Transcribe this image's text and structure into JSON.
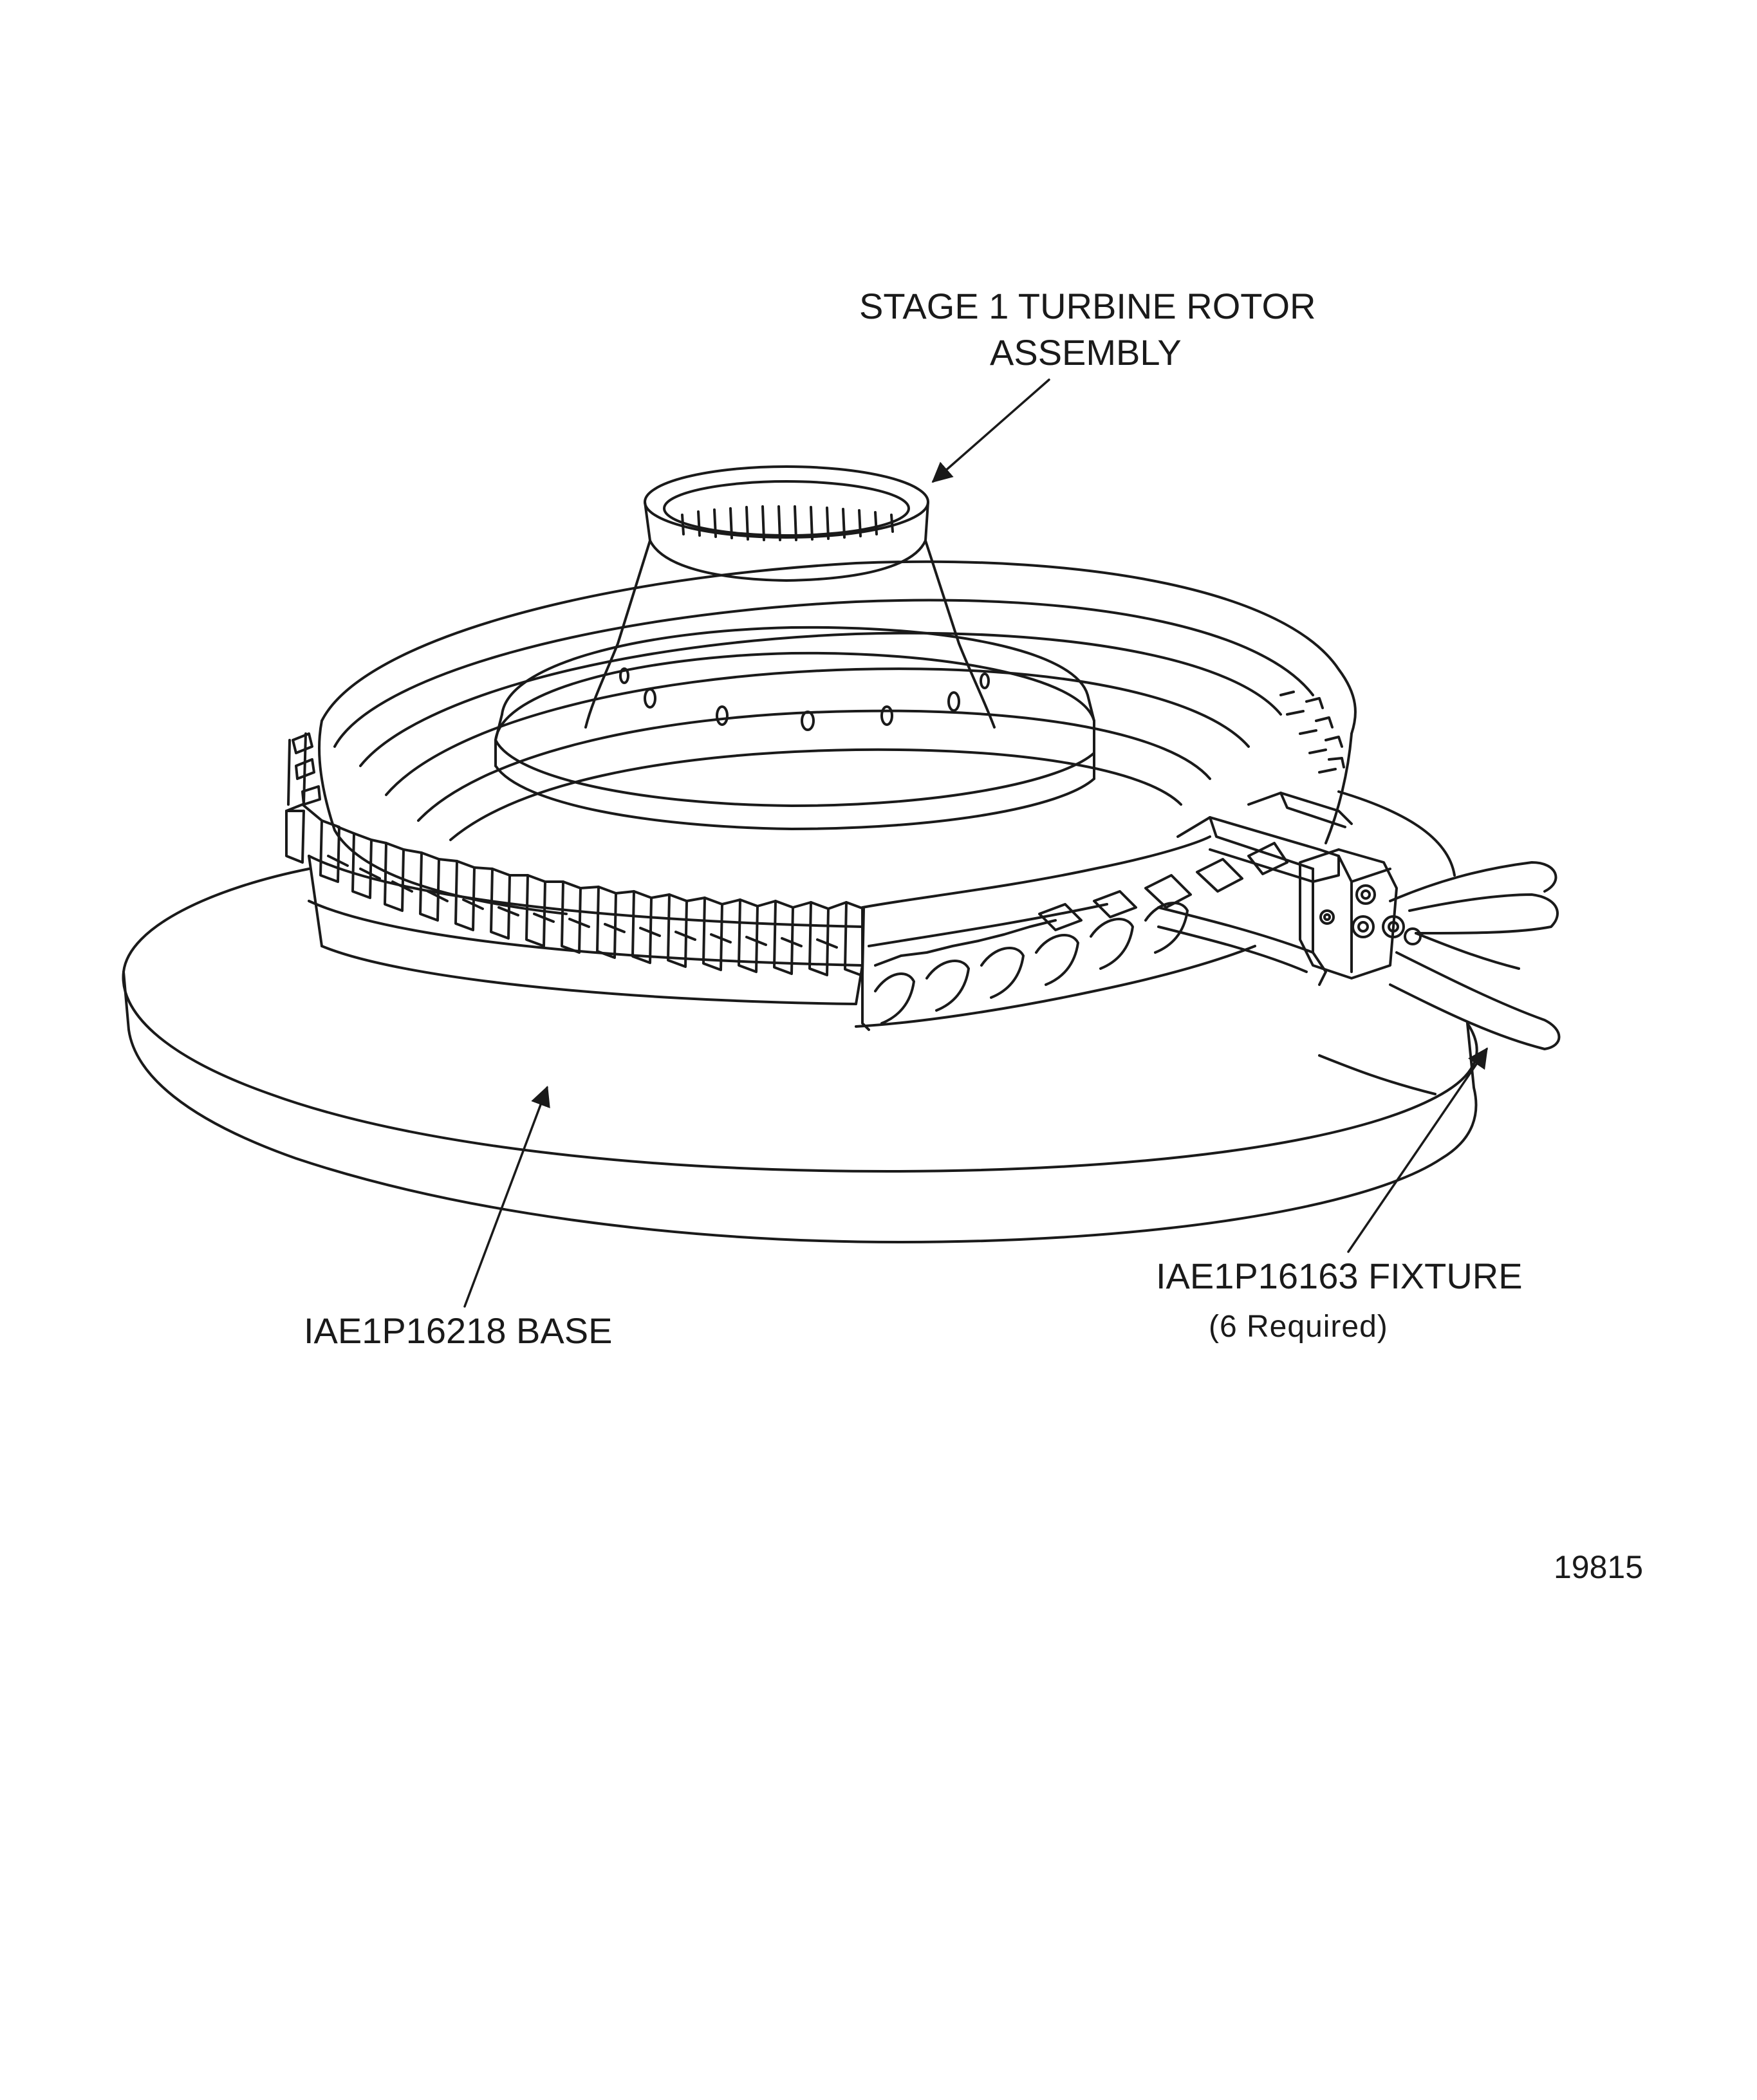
{
  "labels": {
    "rotor_assembly_line1": "STAGE 1 TURBINE ROTOR",
    "rotor_assembly_line2": "ASSEMBLY",
    "base": "IAE1P16218 BASE",
    "fixture": "IAE1P16163 FIXTURE",
    "fixture_note": "(6 Required)",
    "figure_number": "19815"
  },
  "colors": {
    "ink": "#1a1a1a",
    "paper": "#ffffff"
  }
}
